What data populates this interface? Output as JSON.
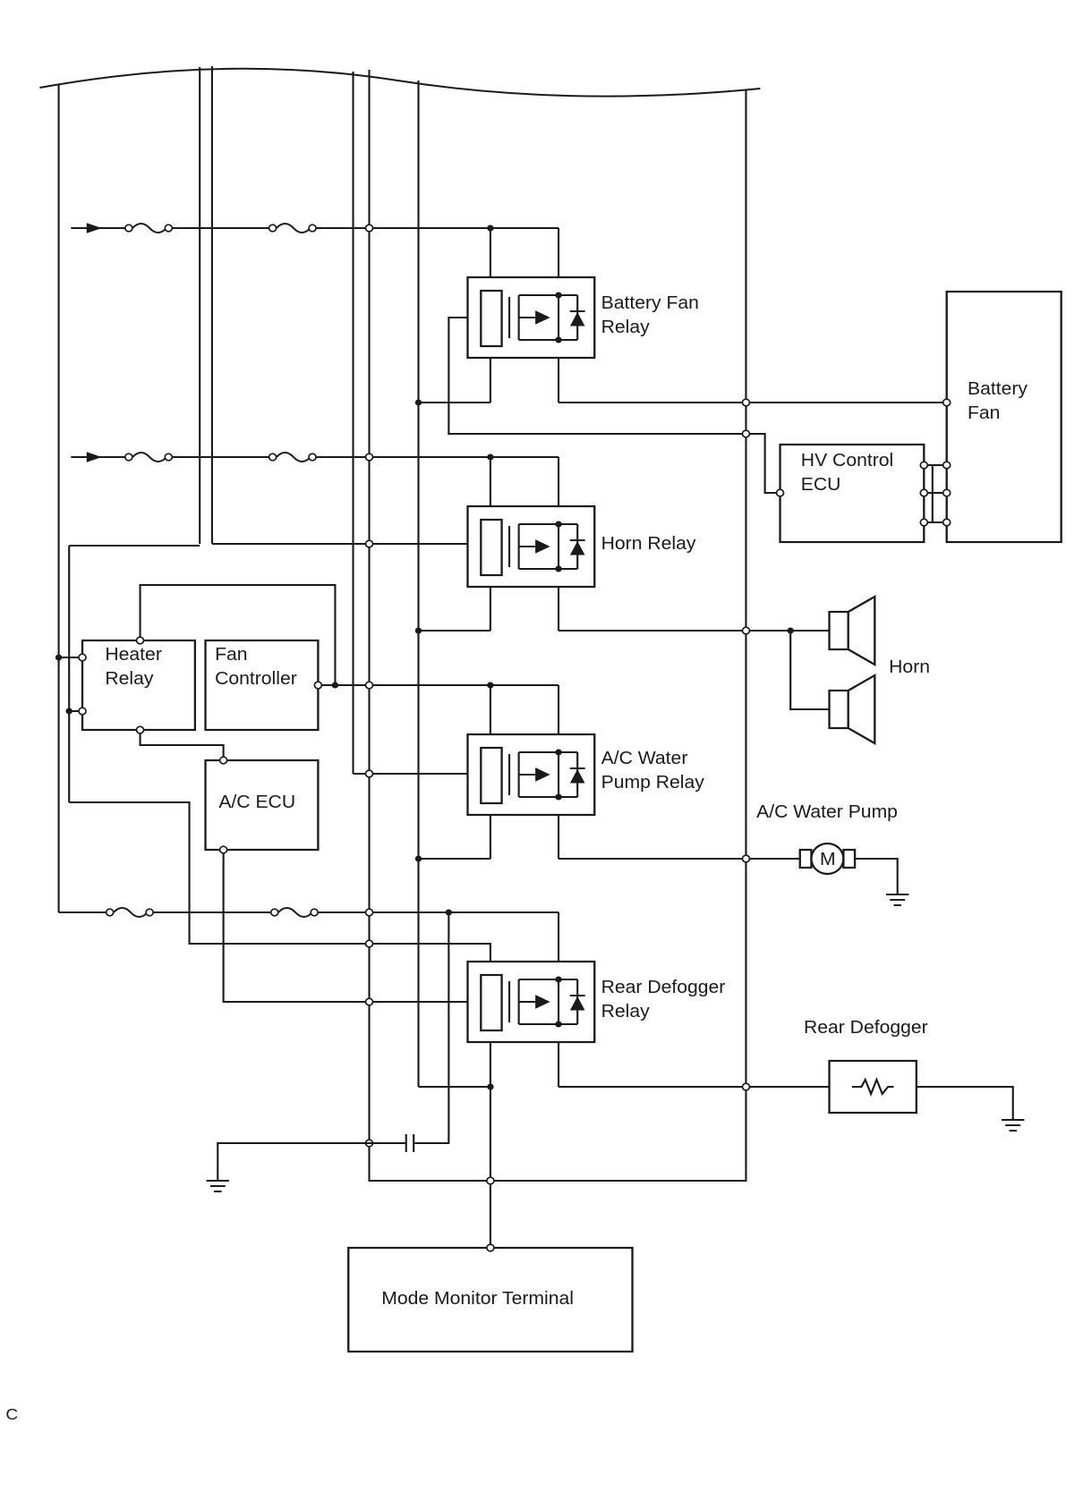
{
  "components": {
    "battery_fan_relay": [
      "Battery Fan",
      "Relay"
    ],
    "battery_fan": [
      "Battery",
      "Fan"
    ],
    "hv_control_ecu": [
      "HV Control",
      "ECU"
    ],
    "horn_relay": "Horn Relay",
    "horn": "Horn",
    "heater_relay": [
      "Heater",
      "Relay"
    ],
    "fan_controller": [
      "Fan",
      "Controller"
    ],
    "ac_water_pump_relay": [
      "A/C Water",
      "Pump Relay"
    ],
    "ac_ecu": "A/C ECU",
    "ac_water_pump": "A/C Water Pump",
    "ac_water_pump_motor_symbol": "M",
    "rear_defogger_relay": [
      "Rear Defogger",
      "Relay"
    ],
    "rear_defogger": "Rear Defogger",
    "mode_monitor_terminal": "Mode Monitor Terminal"
  },
  "figure_code": "C"
}
